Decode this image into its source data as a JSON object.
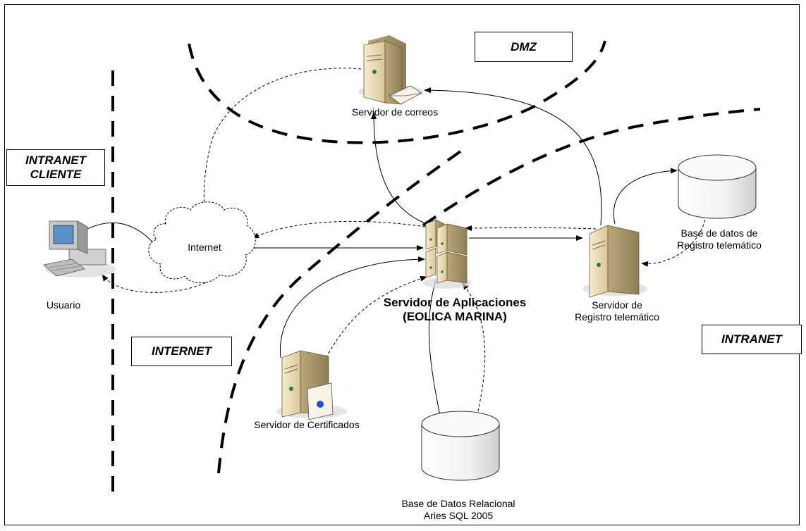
{
  "zones": {
    "dmz": "DMZ",
    "intranet_cliente": "INTRANET\nCLIENTE",
    "internet": "INTERNET",
    "intranet": "INTRANET"
  },
  "nodes": {
    "mail_server": "Servidor de correos",
    "internet_cloud": "Internet",
    "user": "Usuario",
    "app_server": "Servidor de Aplicaciones\n(EOLICA MARINA)",
    "registry_server": "Servidor de\nRegistro telemático",
    "registry_db": "Base de datos de\nRegistro telemático",
    "cert_server": "Servidor de Certificados",
    "relational_db": "Base de Datos Relacional\nAries SQL 2005"
  }
}
